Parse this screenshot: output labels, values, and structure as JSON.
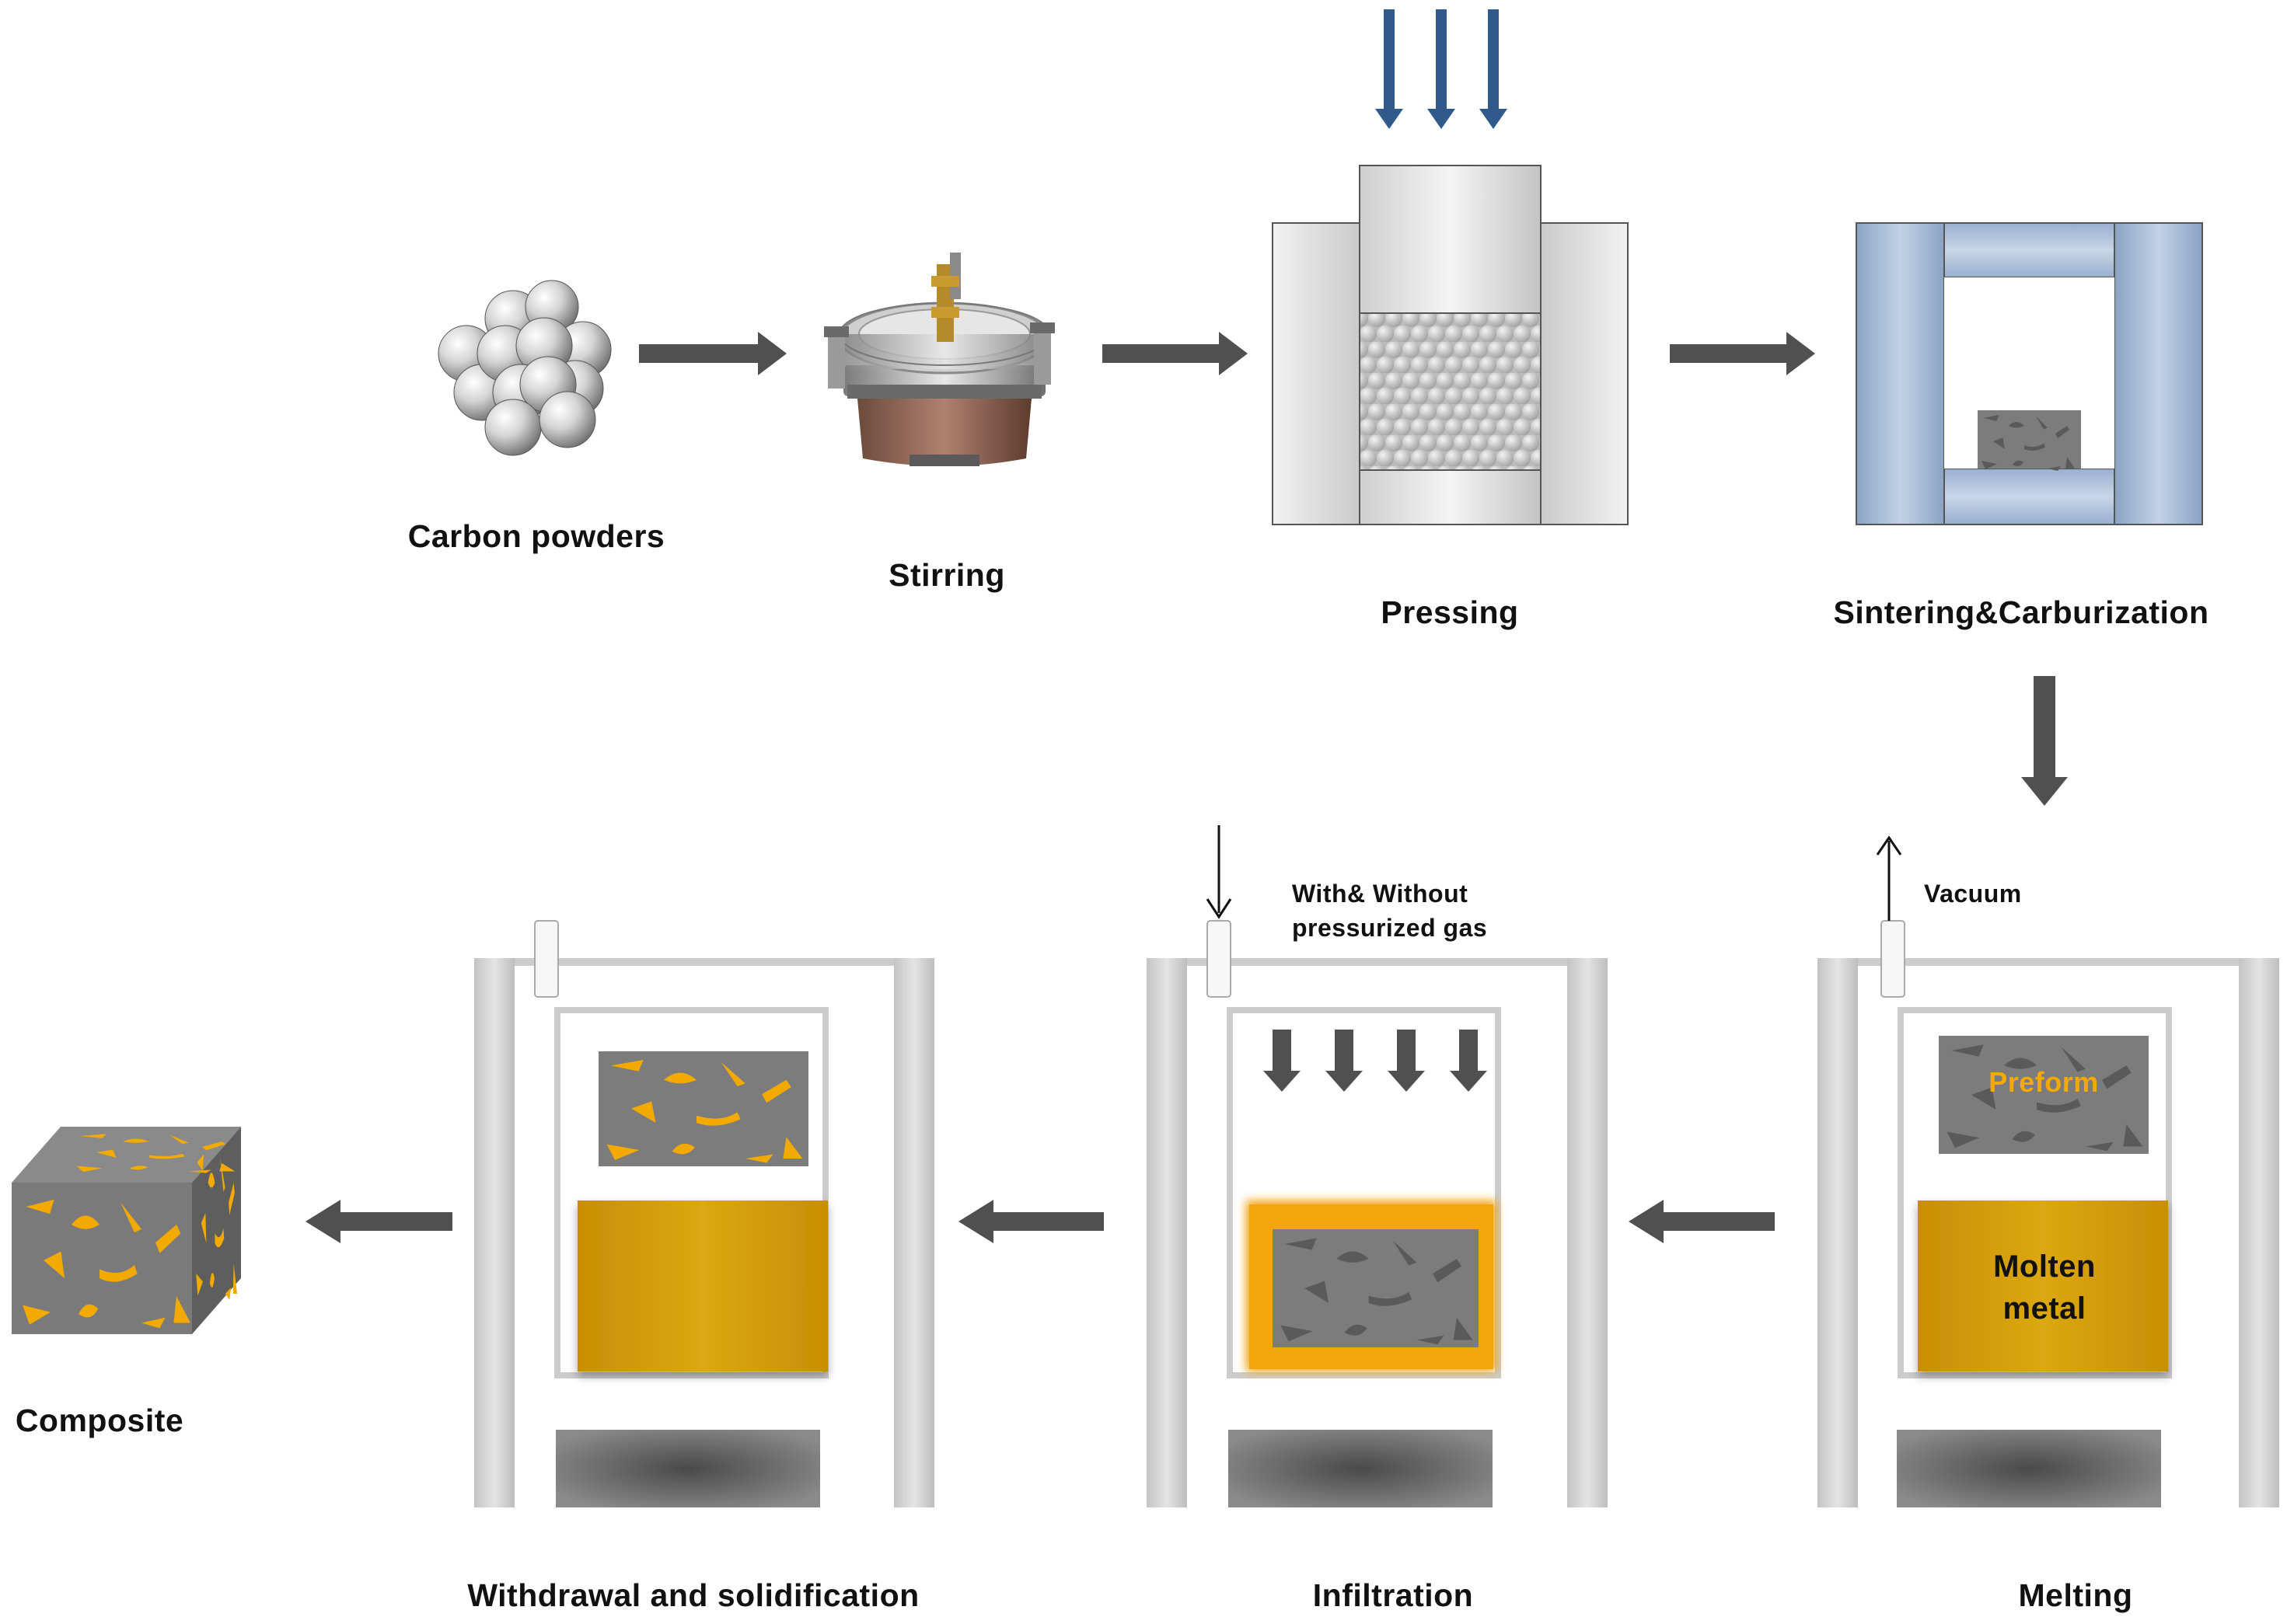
{
  "stages": {
    "carbon_powders": "Carbon powders",
    "stirring": "Stirring",
    "pressing": "Pressing",
    "sintering": "Sintering&Carburization",
    "melting": "Melting",
    "infiltration": "Infiltration",
    "withdrawal": "Withdrawal and solidification",
    "composite": "Composite"
  },
  "annotations": {
    "vacuum": "Vacuum",
    "gas_line1": "With& Without",
    "gas_line2": "pressurized gas",
    "preform": "Preform",
    "molten_line1": "Molten",
    "molten_line2": "metal"
  },
  "colors": {
    "arrow": "#505050",
    "press_arrow": "#2f5a8a",
    "furnace_blue": "#9fb7d6",
    "molten_metal": "#d7a40c",
    "infiltration_glow": "#f0a010",
    "preform_gray": "#7c7c7c",
    "wall_gray": "#d8d8d8"
  }
}
